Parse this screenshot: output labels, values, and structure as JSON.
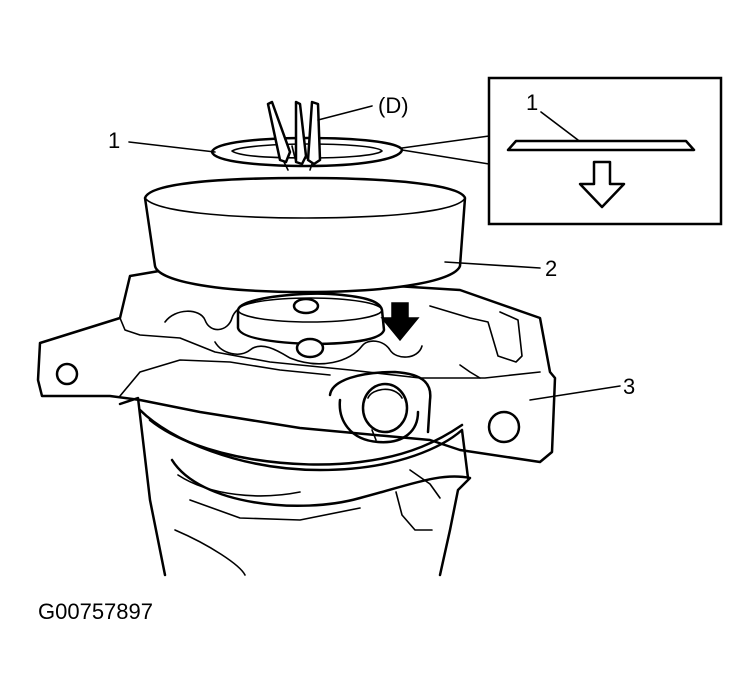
{
  "figure": {
    "callouts": {
      "part_1": "1",
      "tool_d": "(D)",
      "part_2": "2",
      "part_3": "3",
      "inset_part_1": "1"
    },
    "figure_code": "G00757897",
    "icons": {
      "inset_arrow": "hollow-down-arrow-icon",
      "press_arrow": "solid-down-arrow-icon"
    },
    "colors": {
      "line": "#000000",
      "background": "#ffffff"
    }
  }
}
